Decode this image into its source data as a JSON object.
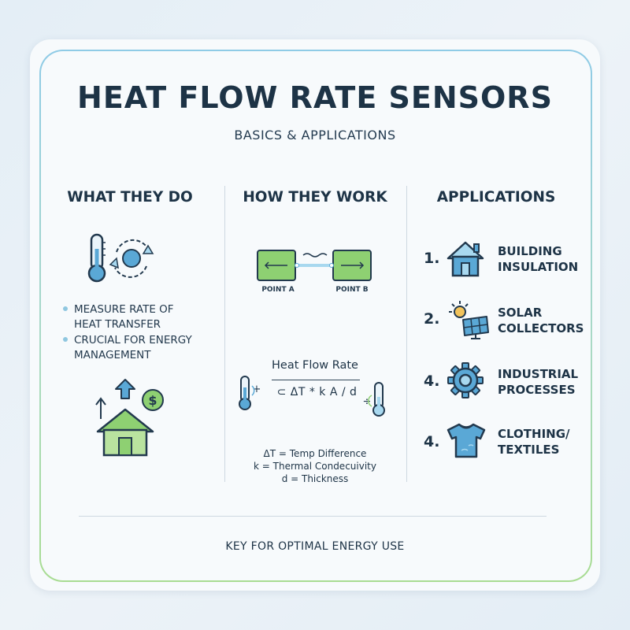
{
  "header": {
    "title": "HEAT FLOW RATE SENSORS",
    "subtitle": "BASICS & APPLICATIONS"
  },
  "columns": {
    "what": {
      "heading": "WHAT THEY DO",
      "bullets": [
        "MEASURE RATE OF HEAT TRANSFER",
        "CRUCIAL FOR ENERGY MANAGEMENT"
      ],
      "bullet_lines": [
        [
          "MEASURE RATE OF",
          "HEAT TRANSFER"
        ],
        [
          "CRUCIAL FOR ENERGY",
          "MANAGEMENT"
        ]
      ]
    },
    "how": {
      "heading": "HOW THEY WORK",
      "point_a": "POINT A",
      "point_b": "POINT B",
      "formula_title": "Heat Flow Rate",
      "formula": "⊂ ΔT * k A / d",
      "legend": [
        "ΔT = Temp Difference",
        "k = Thermal Condecuivity",
        "d = Thickness"
      ]
    },
    "applications": {
      "heading": "APPLICATIONS",
      "items": [
        {
          "number": "1.",
          "line1": "BUILDING",
          "line2": "INSULATION",
          "icon": "house-icon"
        },
        {
          "number": "2.",
          "line1": "SOLAR",
          "line2": "COLLECTORS",
          "icon": "solar-panel-icon"
        },
        {
          "number": "4.",
          "line1": "INDUSTRIAL",
          "line2": "PROCESSES",
          "icon": "gear-icon"
        },
        {
          "number": "4.",
          "line1": "CLOTHING/",
          "line2": "TEXTILES",
          "icon": "tshirt-icon"
        }
      ]
    }
  },
  "footer": "KEY FOR OPTIMAL ENERGY USE",
  "colors": {
    "blue": "#5aa8d6",
    "light_blue": "#a8d8ef",
    "green": "#8ed072",
    "light_green": "#b9e39f",
    "navy": "#1d3346"
  }
}
